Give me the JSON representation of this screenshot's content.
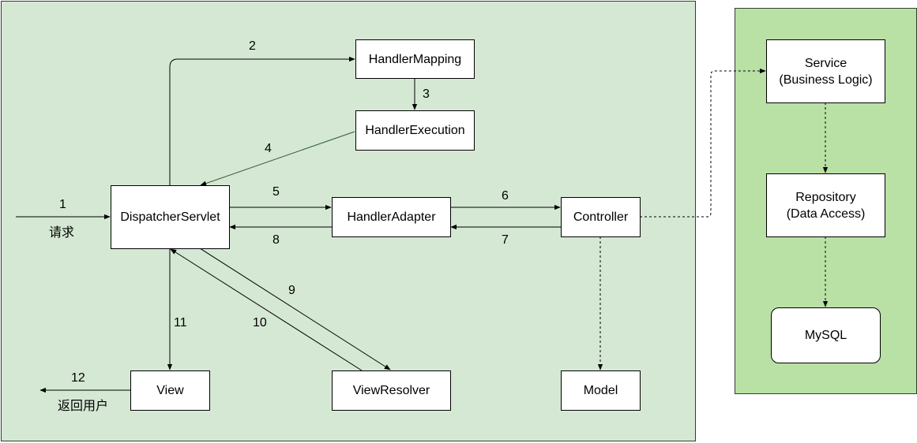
{
  "nodes": {
    "handler_mapping": "HandlerMapping",
    "handler_execution": "HandlerExecution",
    "dispatcher_servlet": "DispatcherServlet",
    "handler_adapter": "HandlerAdapter",
    "controller": "Controller",
    "view": "View",
    "view_resolver": "ViewResolver",
    "model": "Model",
    "service": {
      "line1": "Service",
      "line2": "(Business Logic)"
    },
    "repository": {
      "line1": "Repository",
      "line2": "(Data Access)"
    },
    "mysql": "MySQL"
  },
  "labels": {
    "step1": "1",
    "request": "请求",
    "step2": "2",
    "step3": "3",
    "step4": "4",
    "step5": "5",
    "step6": "6",
    "step7": "7",
    "step8": "8",
    "step9": "9",
    "step10": "10",
    "step11": "11",
    "step12": "12",
    "return_user": "返回用户"
  },
  "colors": {
    "main_panel": "#d5e8d4",
    "backend_panel": "#b9e0a5",
    "node_fill": "#ffffff",
    "line": "#000000",
    "step4_line": "#2f5a2f"
  }
}
